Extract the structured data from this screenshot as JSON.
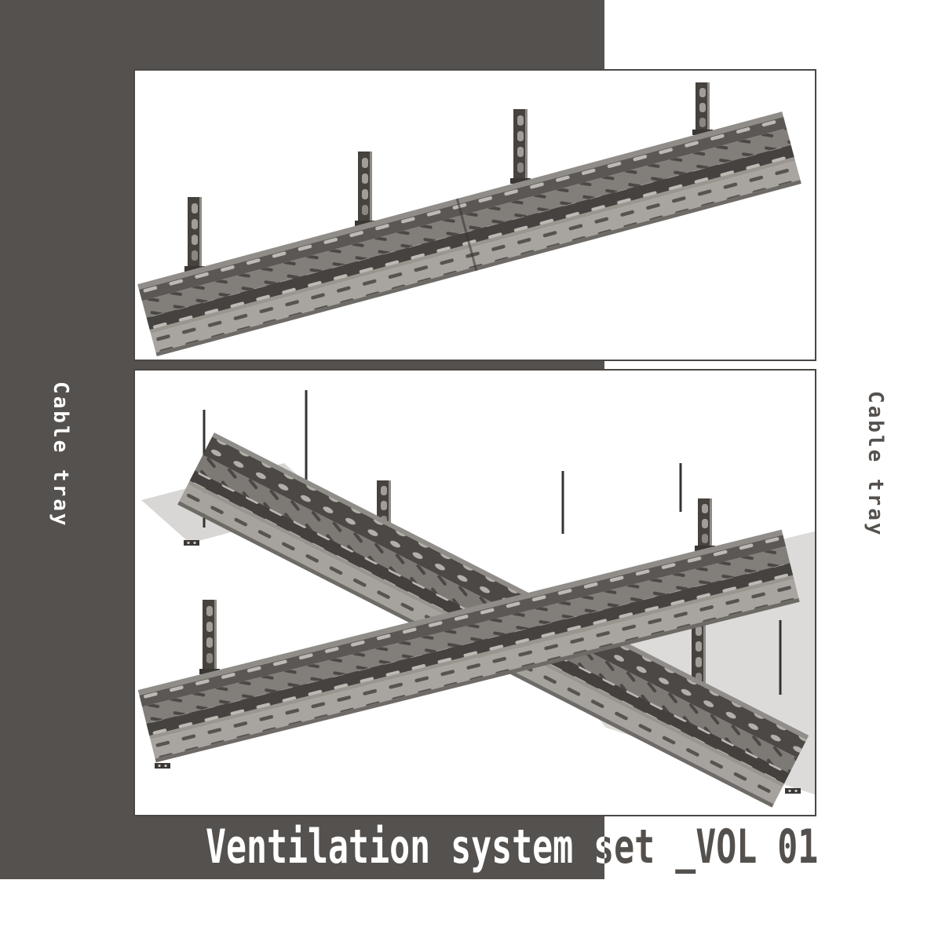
{
  "poster": {
    "title": "Ventilation system set _VOL 01",
    "label_left": "Cable tray",
    "label_right": "Cable tray"
  },
  "renders": {
    "top": "straight-cable-tray-with-hanger-brackets",
    "bottom": "cable-tray-cross-intersection-with-hangers-and-threaded-rods"
  },
  "colors": {
    "background_dark": "#55514E",
    "background_light": "#FFFFFF",
    "frame_border": "#4A4745",
    "metal_dark": "#413E3C",
    "metal_mid": "#7E7A76",
    "metal_light": "#A8A49F",
    "ceiling_plane": "#DCDBD9"
  }
}
